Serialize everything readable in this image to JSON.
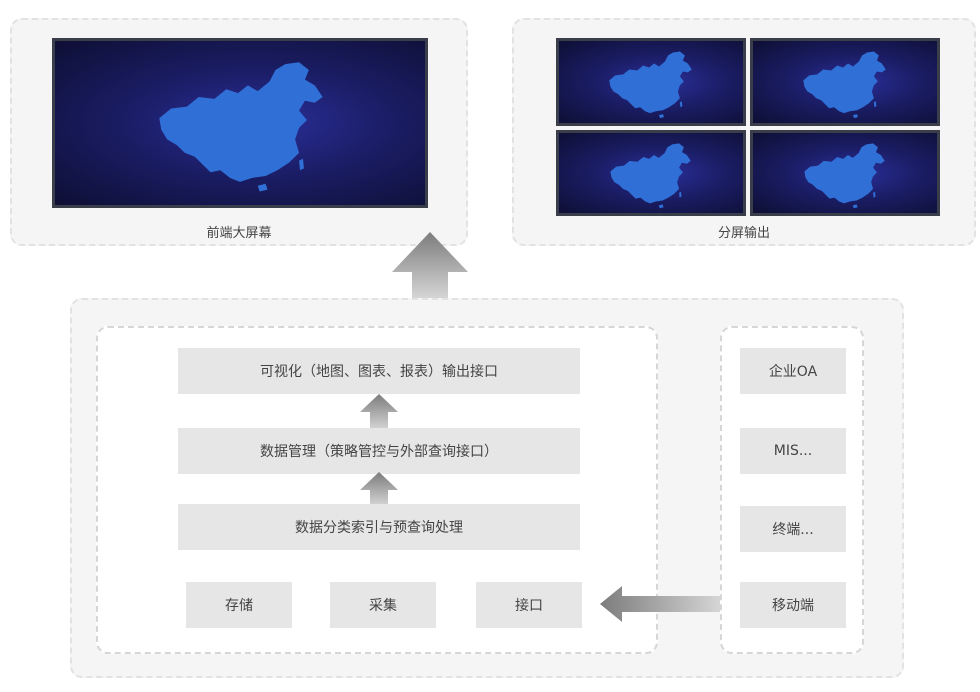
{
  "top": {
    "main_screen": {
      "caption": "前端大屏幕"
    },
    "split_screen": {
      "caption": "分屏输出"
    }
  },
  "stack": {
    "visual_output": "可视化（地图、图表、报表）输出接口",
    "data_management": "数据管理（策略管控与外部查询接口）",
    "indexing": "数据分类索引与预查询处理",
    "storage": "存储",
    "collection": "采集",
    "interface": "接口"
  },
  "sources": {
    "items": [
      "企业OA",
      "MIS...",
      "终端...",
      "移动端"
    ]
  },
  "colors": {
    "screen_bg": "#1b1d66",
    "map_fill": "#2f6fd6",
    "box_bg": "#e6e6e6",
    "arrow": "#8a8a8a"
  },
  "icons": {
    "map": "china-map-icon",
    "arrow": "gradient-arrow-icon"
  }
}
